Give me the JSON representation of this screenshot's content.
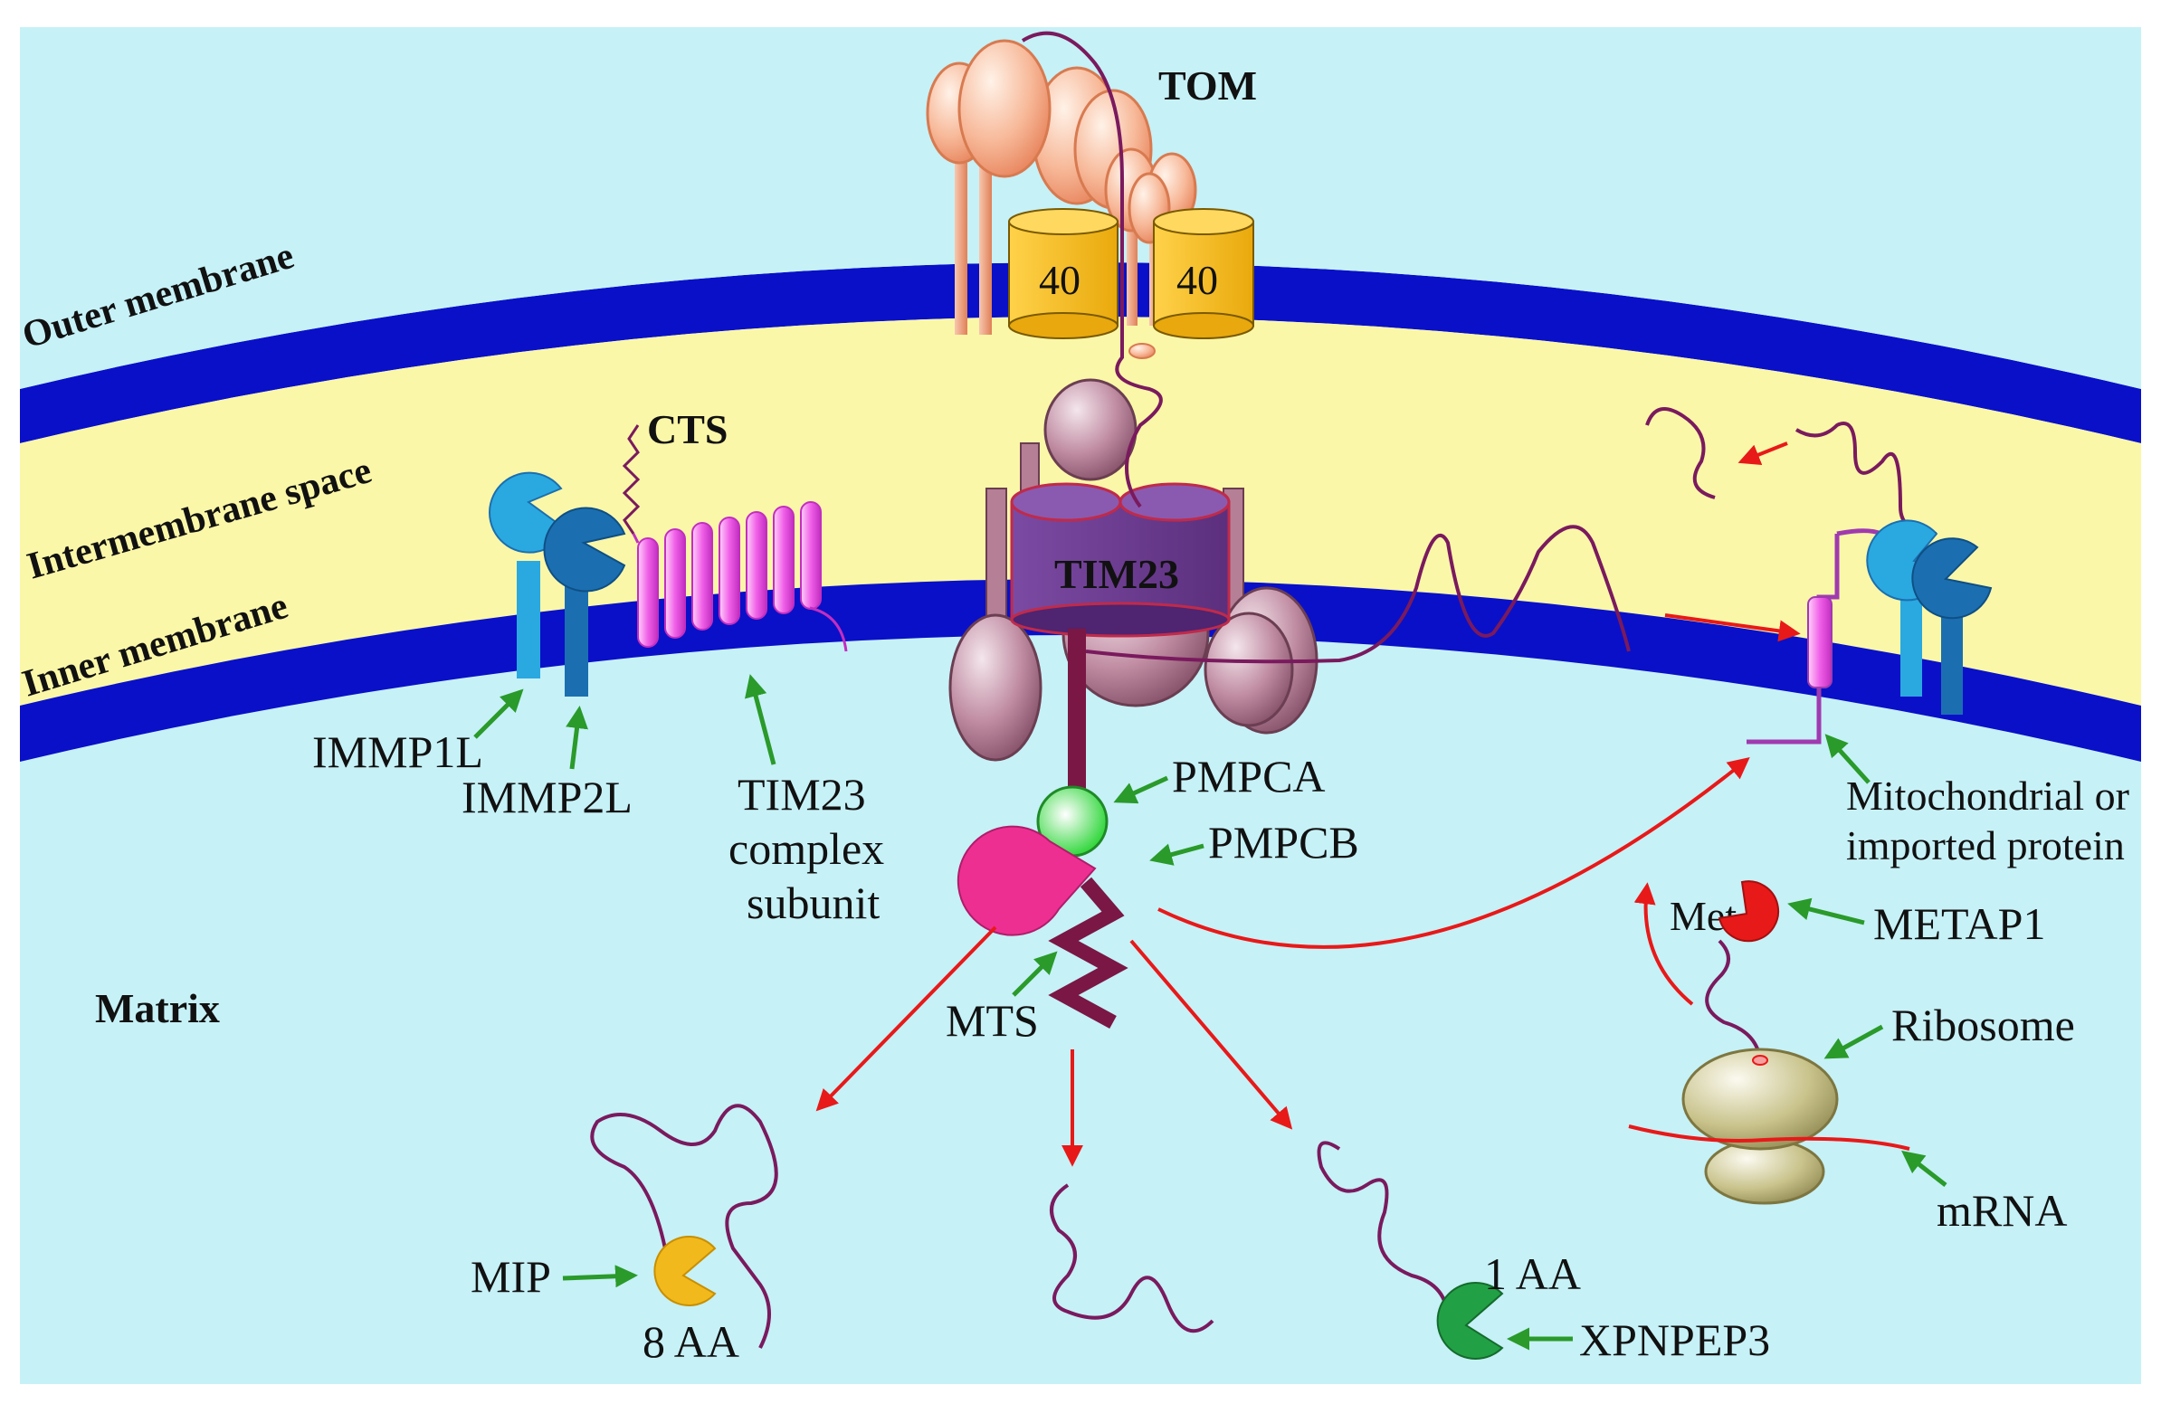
{
  "colors": {
    "matrix": "#c6f1f7",
    "intermembrane": "#fbf7a8",
    "membrane": "#0a10c8",
    "tom_receptor": "#f5b090",
    "tom40": "#fcc21c",
    "tim23": "#6a3e8e",
    "tim_subunit": "#b57f95",
    "protease_blue_light": "#2aa9e0",
    "protease_blue_dark": "#1b6fb0",
    "tim23_subunit_coil": "#f060e8",
    "pmpca": "#38d842",
    "pmpcb": "#ee2f92",
    "mts": "#7a1744",
    "mip": "#f2b91c",
    "xpnpep3": "#22a045",
    "metap1": "#e81919",
    "ribosome": "#c8c28a",
    "protein_chain": "#7a1a5e",
    "arrow_red": "#e81919",
    "arrow_green": "#2a9a2a"
  },
  "labels": {
    "tom": "TOM",
    "tom40_left": "40",
    "tom40_right": "40",
    "outer_membrane": "Outer membrane",
    "intermembrane_space": "Intermembrane space",
    "inner_membrane": "Inner membrane",
    "cts": "CTS",
    "tim23": "TIM23",
    "immp1l": "IMMP1L",
    "immp2l": "IMMP2L",
    "tim23_subunit_line1": "TIM23",
    "tim23_subunit_line2": "complex",
    "tim23_subunit_line3": "subunit",
    "pmpca": "PMPCA",
    "pmpcb": "PMPCB",
    "mts": "MTS",
    "matrix": "Matrix",
    "mito_protein_line1": "Mitochondrial or",
    "mito_protein_line2": "imported protein",
    "met": "Met",
    "metap1": "METAP1",
    "ribosome": "Ribosome",
    "mrna": "mRNA",
    "mip": "MIP",
    "eight_aa": "8 AA",
    "one_aa": "1 AA",
    "xpnpep3": "XPNPEP3"
  },
  "icons": {
    "tom_complex": "tom-receptor-icon",
    "tim23_channel": "tim23-channel-icon",
    "peptidase": "pacman-enzyme-icon",
    "ribosome": "ribosome-icon"
  }
}
